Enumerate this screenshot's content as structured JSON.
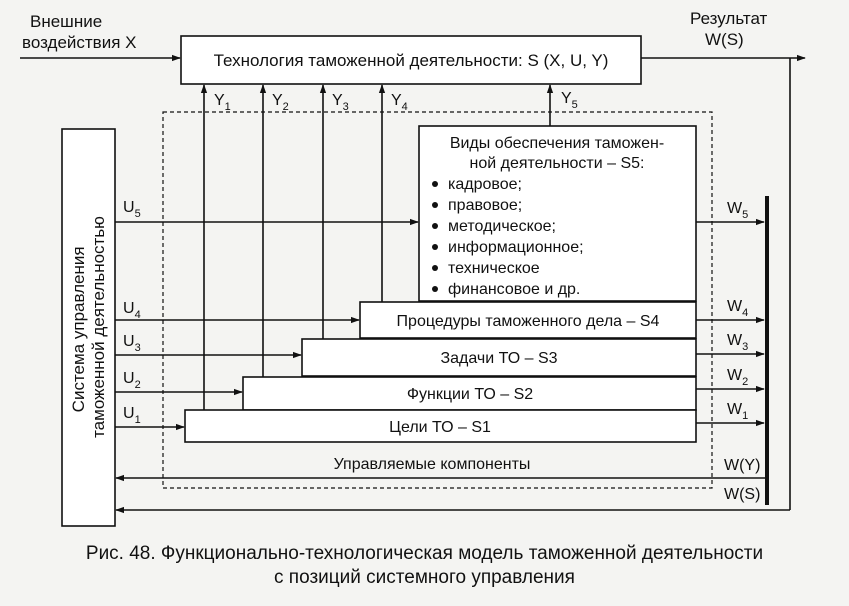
{
  "diagram": {
    "inputs": {
      "external": [
        "Внешние",
        "воздействия X"
      ]
    },
    "result": [
      "Результат",
      "W(S)"
    ],
    "tech_box": "Технология таможенной деятельности: S (X, U, Y)",
    "control_system": "Система управления таможенной деятельностью",
    "support_box": {
      "title": [
        "Виды обеспечения таможен-",
        "ной деятельности – S5:"
      ],
      "items": [
        "кадровое;",
        "правовое;",
        "методическое;",
        "информационное;",
        "техническое",
        "финансовое и др."
      ]
    },
    "components": {
      "s4": "Процедуры таможенного дела – S4",
      "s3": "Задачи ТО – S3",
      "s2": "Функции ТО – S2",
      "s1": "Цели ТО – S1"
    },
    "managed_label": "Управляемые компоненты",
    "y_labels": [
      {
        "main": "Y",
        "sub": "1"
      },
      {
        "main": "Y",
        "sub": "2"
      },
      {
        "main": "Y",
        "sub": "3"
      },
      {
        "main": "Y",
        "sub": "4"
      },
      {
        "main": "Y",
        "sub": "5"
      }
    ],
    "u_labels": [
      {
        "main": "U",
        "sub": "5"
      },
      {
        "main": "U",
        "sub": "4"
      },
      {
        "main": "U",
        "sub": "3"
      },
      {
        "main": "U",
        "sub": "2"
      },
      {
        "main": "U",
        "sub": "1"
      }
    ],
    "w_labels": [
      {
        "main": "W",
        "sub": "5"
      },
      {
        "main": "W",
        "sub": "4"
      },
      {
        "main": "W",
        "sub": "3"
      },
      {
        "main": "W",
        "sub": "2"
      },
      {
        "main": "W",
        "sub": "1"
      }
    ],
    "feedback": {
      "wy": "W(Y)",
      "ws": "W(S)"
    }
  },
  "caption": {
    "line1": "Рис. 48. Функционально-технологическая модель таможенной деятельности",
    "line2": "с позиций системного управления"
  }
}
